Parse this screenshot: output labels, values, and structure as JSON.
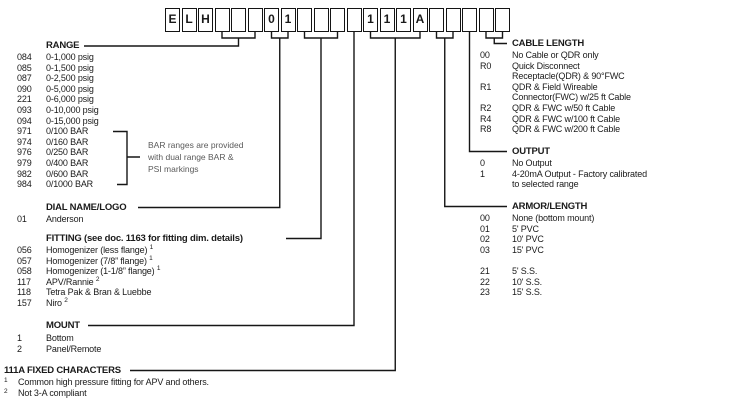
{
  "code_boxes": [
    {
      "char": "E"
    },
    {
      "char": "L"
    },
    {
      "char": "H"
    },
    {
      "char": ""
    },
    {
      "char": ""
    },
    {
      "char": ""
    },
    {
      "char": "0"
    },
    {
      "char": "1"
    },
    {
      "char": ""
    },
    {
      "char": ""
    },
    {
      "char": ""
    },
    {
      "char": ""
    },
    {
      "char": "1"
    },
    {
      "char": "1"
    },
    {
      "char": "1"
    },
    {
      "char": "A"
    },
    {
      "char": ""
    },
    {
      "char": ""
    },
    {
      "char": ""
    },
    {
      "char": ""
    },
    {
      "char": ""
    }
  ],
  "range": {
    "title": "RANGE",
    "items": [
      {
        "code": "084",
        "label": "0-1,000 psig"
      },
      {
        "code": "085",
        "label": "0-1,500 psig"
      },
      {
        "code": "087",
        "label": "0-2,500 psig"
      },
      {
        "code": "090",
        "label": "0-5,000 psig"
      },
      {
        "code": "221",
        "label": "0-6,000 psig"
      },
      {
        "code": "093",
        "label": "0-10,000 psig"
      },
      {
        "code": "094",
        "label": "0-15,000 psig"
      },
      {
        "code": "971",
        "label": "0/100 BAR"
      },
      {
        "code": "974",
        "label": "0/160 BAR"
      },
      {
        "code": "976",
        "label": "0/250 BAR"
      },
      {
        "code": "979",
        "label": "0/400 BAR"
      },
      {
        "code": "982",
        "label": "0/600 BAR"
      },
      {
        "code": "984",
        "label": "0/1000 BAR"
      }
    ]
  },
  "bar_note": {
    "text": "BAR ranges are provided\nwith dual range BAR &\nPSI markings"
  },
  "dial": {
    "title": "DIAL NAME/LOGO",
    "items": [
      {
        "code": "01",
        "label": "Anderson"
      }
    ]
  },
  "fitting": {
    "title": "FITTING (see doc. 1163 for fitting dim. details)",
    "items": [
      {
        "code": "056",
        "label": "Homogenizer (less flange) ",
        "sup": "1"
      },
      {
        "code": "057",
        "label": "Homogenizer (7/8” flange) ",
        "sup": "1"
      },
      {
        "code": "058",
        "label": "Homogenizer (1-1/8” flange) ",
        "sup": "1"
      },
      {
        "code": "117",
        "label": "APV/Rannie ",
        "sup": "2"
      },
      {
        "code": "118",
        "label": "Tetra Pak & Bran & Luebbe"
      },
      {
        "code": "157",
        "label": "Niro ",
        "sup": "2"
      }
    ]
  },
  "mount": {
    "title": "MOUNT",
    "items": [
      {
        "code": "1",
        "label": "Bottom"
      },
      {
        "code": "2",
        "label": "Panel/Remote"
      }
    ]
  },
  "fixed": {
    "title": "111A FIXED CHARACTERS",
    "footnotes": [
      {
        "marker": "1",
        "text": "Common high pressure fitting for APV and others."
      },
      {
        "marker": "2",
        "text": "Not 3-A compliant"
      }
    ]
  },
  "cable": {
    "title": "CABLE LENGTH",
    "items": [
      {
        "code": "00",
        "label": "No Cable or QDR only"
      },
      {
        "code": "R0",
        "label": "Quick Disconnect\nReceptacle(QDR) & 90°FWC"
      },
      {
        "code": "R1",
        "label": "QDR & Field Wireable\nConnector(FWC) w/25 ft Cable"
      },
      {
        "code": "R2",
        "label": "QDR & FWC w/50 ft Cable"
      },
      {
        "code": "R4",
        "label": "QDR & FWC w/100 ft Cable"
      },
      {
        "code": "R8",
        "label": "QDR & FWC w/200 ft Cable"
      }
    ]
  },
  "output": {
    "title": "OUTPUT",
    "items": [
      {
        "code": "0",
        "label": "No Output"
      },
      {
        "code": "1",
        "label": "4-20mA Output - Factory calibrated\nto selected range"
      }
    ]
  },
  "armor": {
    "title": "ARMOR/LENGTH",
    "items": [
      {
        "code": "00",
        "label": "None (bottom mount)"
      },
      {
        "code": "01",
        "label": "5' PVC"
      },
      {
        "code": "02",
        "label": "10' PVC"
      },
      {
        "code": "03",
        "label": "15' PVC"
      },
      {
        "code": "",
        "label": "",
        "spacer": true
      },
      {
        "code": "21",
        "label": "5' S.S."
      },
      {
        "code": "22",
        "label": "10' S.S."
      },
      {
        "code": "23",
        "label": "15' S.S."
      }
    ]
  }
}
